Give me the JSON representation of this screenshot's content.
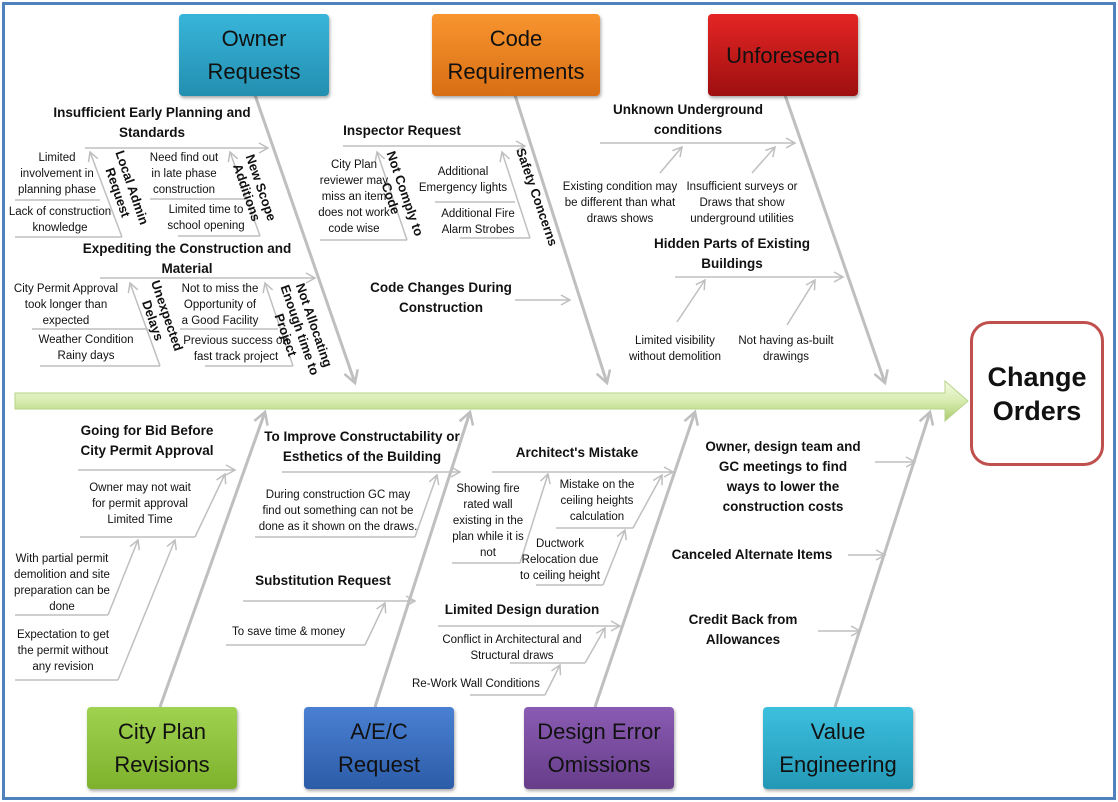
{
  "effect": "Change\nOrders",
  "colors": {
    "frame": "#4f81bd",
    "bones": "#bfbfbf",
    "spine": "#c9e39a",
    "effect_border": "#c0504d",
    "owner": "#2ea8cb",
    "code": "#f28a26",
    "unforeseen": "#c01a1b",
    "city": "#93c840",
    "aec": "#3e70c3",
    "design": "#7a4e9f",
    "value": "#30b3d2"
  },
  "owner": {
    "title": "Owner\nRequests",
    "causes": [
      {
        "label": "Insufficient Early Planning  and\nStandards",
        "sub": [
          {
            "label": "Local Admin\nRequest",
            "items": [
              "Limited\ninvolvement in\nplanning phase",
              "Lack of construction\nknowledge"
            ]
          },
          {
            "label": "New Scope\nAdditions",
            "items": [
              "Need find out\nin late phase\nconstruction",
              "Limited time to\nschool opening"
            ]
          }
        ]
      },
      {
        "label": "Expediting the Construction and\nMaterial",
        "sub": [
          {
            "label": "Unexpected\nDelays",
            "items": [
              "City Permit Approval\ntook longer than\nexpected",
              "Weather Condition\nRainy days"
            ]
          },
          {
            "label": "Not Allocating\nEnough time to\nProject",
            "items": [
              "Not to miss the\nOpportunity of\na Good Facility",
              "Previous success on\nfast track project"
            ]
          }
        ]
      }
    ]
  },
  "code": {
    "title": "Code\nRequirements",
    "causes": [
      {
        "label": "Inspector Request",
        "sub": [
          {
            "label": "Not Comply to\nCode",
            "items": [
              "City Plan\nreviewer may\nmiss  an item\ndoes not work\ncode wise"
            ]
          },
          {
            "label": "Safety Concerns",
            "items": [
              "Additional\nEmergency lights",
              "Additional Fire\nAlarm Strobes"
            ]
          }
        ]
      },
      {
        "label": "Code Changes During\nConstruction",
        "sub": []
      }
    ]
  },
  "unforeseen": {
    "title": "Unforeseen",
    "causes": [
      {
        "label": "Unknown Underground\nconditions",
        "items": [
          "Existing condition may\nbe different than what\ndraws shows",
          "Insufficient surveys or\nDraws that show\nunderground utilities"
        ]
      },
      {
        "label": "Hidden Parts of Existing\nBuildings",
        "items": [
          "Limited visibility\nwithout demolition",
          "Not having as-built\ndrawings"
        ]
      }
    ]
  },
  "city": {
    "title": "City Plan\nRevisions",
    "causes": [
      {
        "label": "Going for Bid Before\nCity Permit Approval",
        "items": [
          "Owner may not wait\nfor permit approval\nLimited Time",
          "With partial permit\ndemolition and site\npreparation can be\ndone",
          "Expectation to get\nthe permit without\nany revision"
        ]
      }
    ]
  },
  "aec": {
    "title": "A/E/C\nRequest",
    "causes": [
      {
        "label": "To Improve Constructability or\nEsthetics of the Building",
        "items": [
          "During construction GC may\nfind out something can not be\ndone as it shown on the draws."
        ]
      },
      {
        "label": "Substitution  Request",
        "items": [
          "To save time & money"
        ]
      }
    ]
  },
  "design": {
    "title": "Design Error\nOmissions",
    "causes": [
      {
        "label": "Architect's  Mistake",
        "items": [
          "Showing  fire\nrated wall\nexisting in the\nplan while it is\nnot",
          "Mistake on the\nceiling heights\ncalculation",
          "Ductwork\nRelocation due\nto ceiling height"
        ]
      },
      {
        "label": "Limited Design  duration",
        "items": [
          "Conflict in Architectural and\nStructural draws",
          "Re-Work Wall Conditions"
        ]
      }
    ]
  },
  "value": {
    "title": "Value\nEngineering",
    "causes": [
      {
        "label": "Owner, design team and\nGC meetings to find\nways to lower the\nconstruction costs"
      },
      {
        "label": "Canceled Alternate Items"
      },
      {
        "label": "Credit Back from\nAllowances"
      }
    ]
  }
}
